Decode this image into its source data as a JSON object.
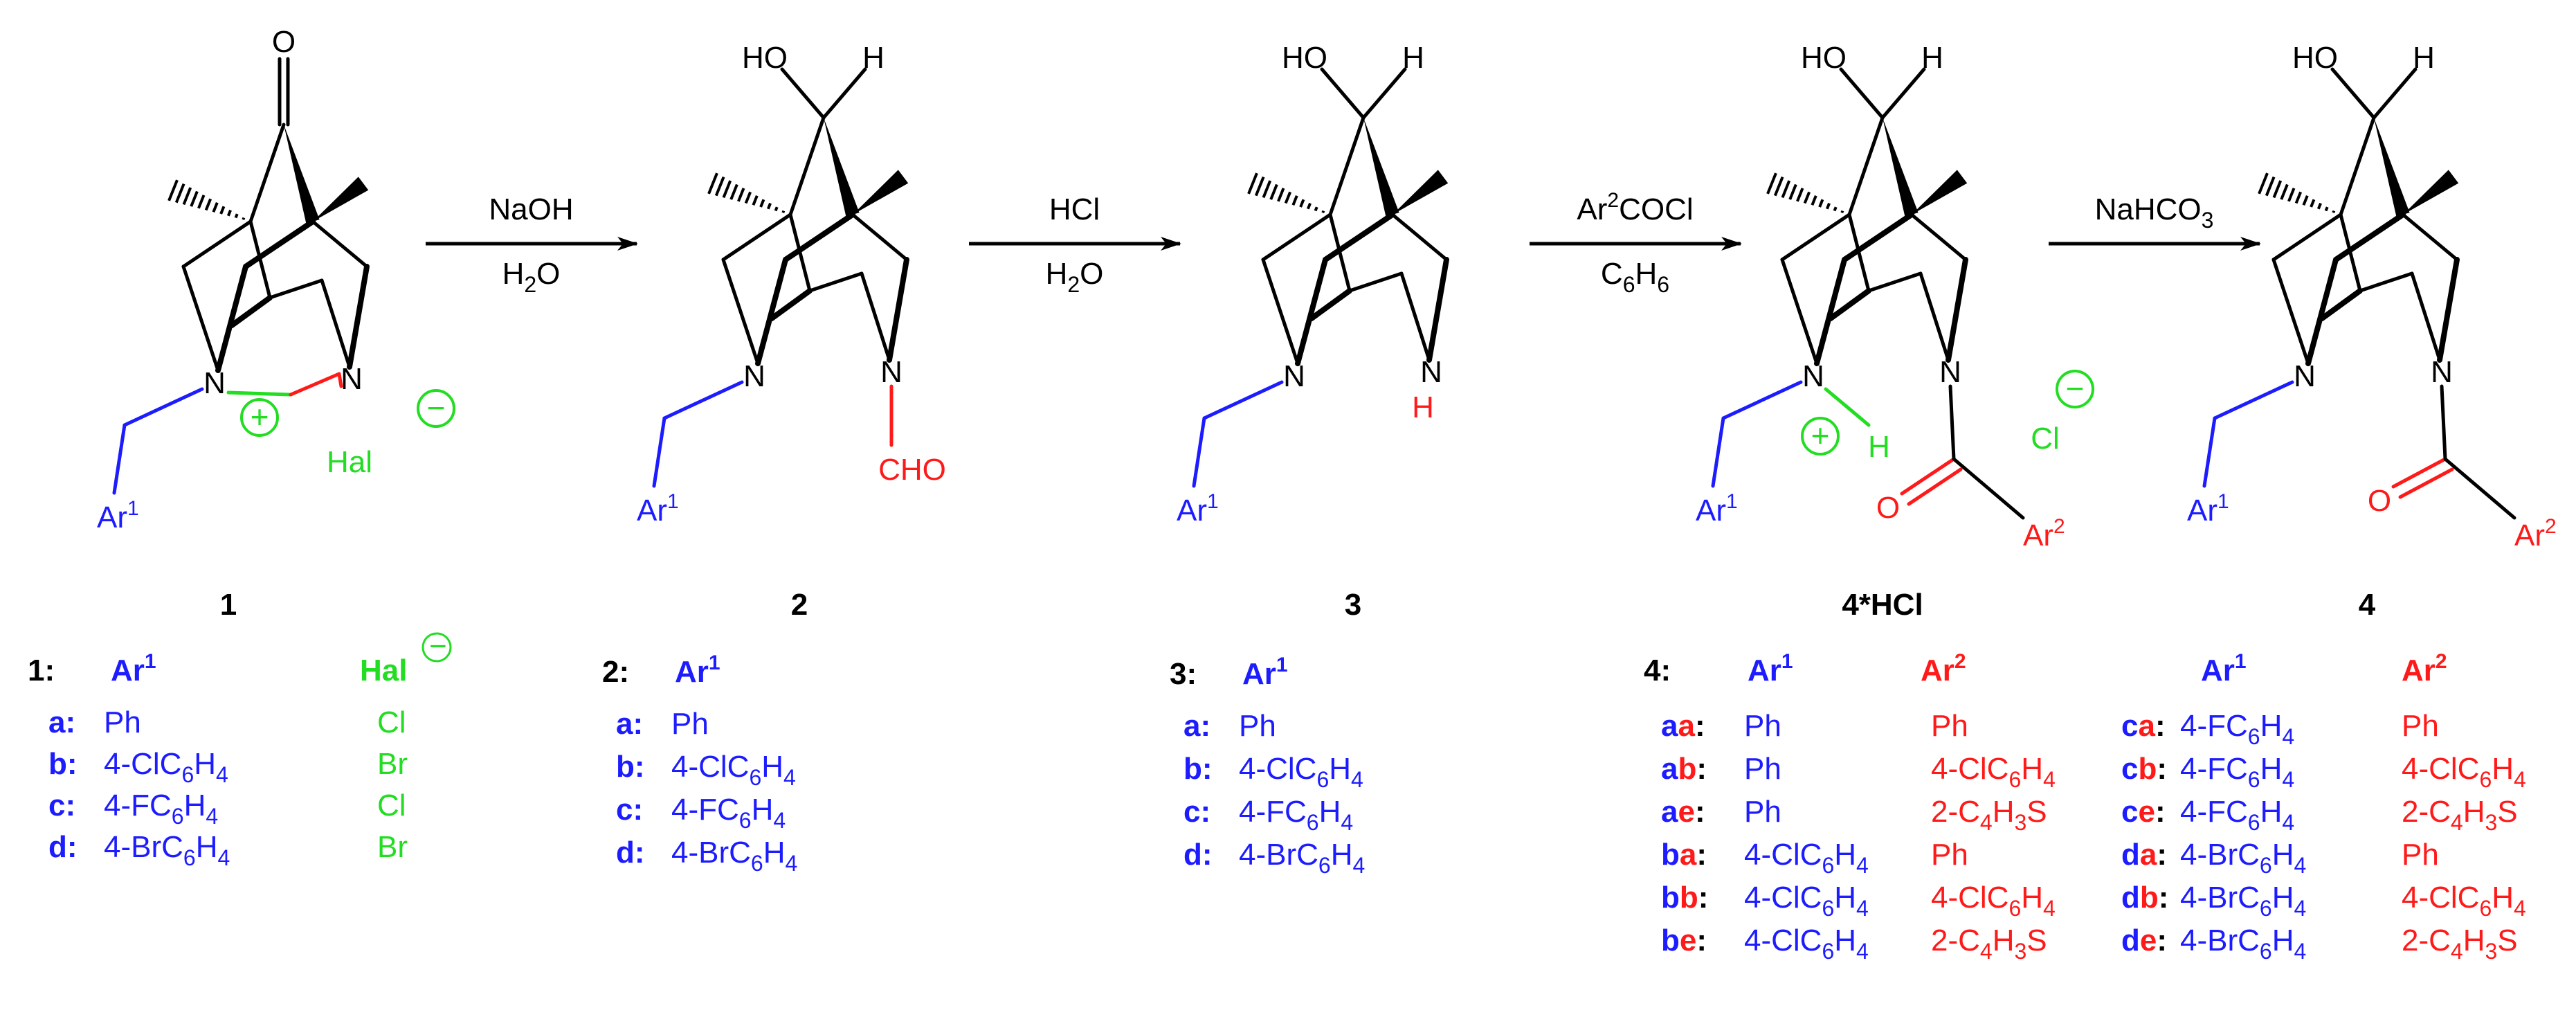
{
  "reagents": {
    "step1": {
      "top": "NaOH",
      "bottom": "H2O"
    },
    "step2": {
      "top": "HCl",
      "bottom": "H2O"
    },
    "step3": {
      "top": "Ar2COCl",
      "bottom": "C6H6"
    },
    "step4": {
      "top": "NaHCO3"
    }
  },
  "atoms": {
    "O": "O",
    "N": "N",
    "HO": "HO",
    "H": "H",
    "CHO": "CHO",
    "Ar1": "Ar1",
    "Ar2": "Ar2",
    "Hal": "Hal",
    "Cl": "Cl",
    "plus": "+",
    "minus": "−"
  },
  "compounds": {
    "c1": {
      "label": "1"
    },
    "c2": {
      "label": "2"
    },
    "c3": {
      "label": "3"
    },
    "c4HCl": {
      "label": "4*HCl"
    },
    "c4": {
      "label": "4"
    }
  },
  "table1": {
    "prefix": "1:",
    "col_ar1": "Ar1",
    "col_hal": "Hal",
    "rows": [
      {
        "code": "a:",
        "ar1": "Ph",
        "hal": "Cl"
      },
      {
        "code": "b:",
        "ar1": "4-ClC6H4",
        "hal": "Br"
      },
      {
        "code": "c:",
        "ar1": "4-FC6H4",
        "hal": "Cl"
      },
      {
        "code": "d:",
        "ar1": "4-BrC6H4",
        "hal": "Br"
      }
    ]
  },
  "table2": {
    "prefix": "2:",
    "col_ar1": "Ar1",
    "rows": [
      {
        "code": "a:",
        "ar1": "Ph"
      },
      {
        "code": "b:",
        "ar1": "4-ClC6H4"
      },
      {
        "code": "c:",
        "ar1": "4-FC6H4"
      },
      {
        "code": "d:",
        "ar1": "4-BrC6H4"
      }
    ]
  },
  "table3": {
    "prefix": "3:",
    "col_ar1": "Ar1",
    "rows": [
      {
        "code": "a:",
        "ar1": "Ph"
      },
      {
        "code": "b:",
        "ar1": "4-ClC6H4"
      },
      {
        "code": "c:",
        "ar1": "4-FC6H4"
      },
      {
        "code": "d:",
        "ar1": "4-BrC6H4"
      }
    ]
  },
  "table4": {
    "prefix": "4:",
    "col_ar1": "Ar1",
    "col_ar2": "Ar2",
    "left_rows": [
      {
        "c1": "a",
        "c2": "a",
        "ar1": "Ph",
        "ar2": "Ph"
      },
      {
        "c1": "a",
        "c2": "b",
        "ar1": "Ph",
        "ar2": "4-ClC6H4"
      },
      {
        "c1": "a",
        "c2": "e",
        "ar1": "Ph",
        "ar2": "2-C4H3S"
      },
      {
        "c1": "b",
        "c2": "a",
        "ar1": "4-ClC6H4",
        "ar2": "Ph"
      },
      {
        "c1": "b",
        "c2": "b",
        "ar1": "4-ClC6H4",
        "ar2": "4-ClC6H4"
      },
      {
        "c1": "b",
        "c2": "e",
        "ar1": "4-ClC6H4",
        "ar2": "2-C4H3S"
      }
    ],
    "right_rows": [
      {
        "c1": "c",
        "c2": "a",
        "ar1": "4-FC6H4",
        "ar2": "Ph"
      },
      {
        "c1": "c",
        "c2": "b",
        "ar1": "4-FC6H4",
        "ar2": "4-ClC6H4"
      },
      {
        "c1": "c",
        "c2": "e",
        "ar1": "4-FC6H4",
        "ar2": "2-C4H3S"
      },
      {
        "c1": "d",
        "c2": "a",
        "ar1": "4-BrC6H4",
        "ar2": "Ph"
      },
      {
        "c1": "d",
        "c2": "b",
        "ar1": "4-BrC6H4",
        "ar2": "4-ClC6H4"
      },
      {
        "c1": "d",
        "c2": "e",
        "ar1": "4-BrC6H4",
        "ar2": "2-C4H3S"
      }
    ]
  },
  "colors": {
    "black": "#000000",
    "ar1_blue": "#1c1cff",
    "red": "#ff1a1a",
    "halide_green": "#22dd22"
  }
}
